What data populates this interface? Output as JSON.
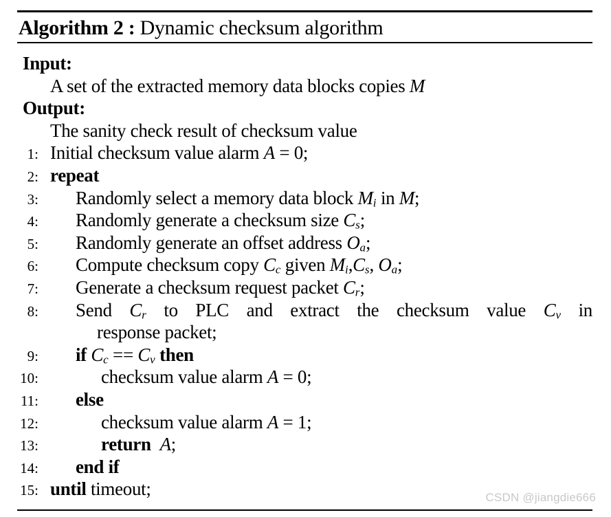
{
  "title": {
    "bold": "Algorithm 2 :",
    "rest": " Dynamic checksum algorithm"
  },
  "watermark": "CSDN @jiangdie666",
  "colors": {
    "text": "#000000",
    "rule": "#000000",
    "watermark": "#c8c8c8",
    "background": "#ffffff"
  },
  "algorithm": {
    "rows": [
      {
        "type": "label",
        "segments": [
          {
            "t": "Input:",
            "b": 1
          }
        ]
      },
      {
        "type": "desc",
        "segments": [
          {
            "t": "A set of the extracted memory data blocks copies "
          },
          {
            "t": "M",
            "i": 1
          }
        ]
      },
      {
        "type": "label",
        "segments": [
          {
            "t": "Output:",
            "b": 1
          }
        ]
      },
      {
        "type": "desc",
        "segments": [
          {
            "t": "The sanity check result of checksum value"
          }
        ]
      },
      {
        "type": "step",
        "num": "1:",
        "indent": 0,
        "segments": [
          {
            "t": "Initial checksum value alarm "
          },
          {
            "t": "A",
            "i": 1
          },
          {
            "t": " = 0;"
          }
        ]
      },
      {
        "type": "step",
        "num": "2:",
        "indent": 0,
        "segments": [
          {
            "t": "repeat",
            "b": 1
          }
        ]
      },
      {
        "type": "step",
        "num": "3:",
        "indent": 1,
        "segments": [
          {
            "t": "Randomly select a memory data block "
          },
          {
            "t": "M",
            "i": 1,
            "sub": "i"
          },
          {
            "t": " in "
          },
          {
            "t": "M",
            "i": 1
          },
          {
            "t": ";"
          }
        ]
      },
      {
        "type": "step",
        "num": "4:",
        "indent": 1,
        "segments": [
          {
            "t": "Randomly generate a checksum size "
          },
          {
            "t": "C",
            "i": 1,
            "sub": "s"
          },
          {
            "t": ";"
          }
        ]
      },
      {
        "type": "step",
        "num": "5:",
        "indent": 1,
        "segments": [
          {
            "t": "Randomly generate an offset address "
          },
          {
            "t": "O",
            "i": 1,
            "sub": "a"
          },
          {
            "t": ";"
          }
        ]
      },
      {
        "type": "step",
        "num": "6:",
        "indent": 1,
        "segments": [
          {
            "t": "Compute checksum copy "
          },
          {
            "t": "C",
            "i": 1,
            "sub": "c"
          },
          {
            "t": " given "
          },
          {
            "t": "M",
            "i": 1,
            "sub": "i"
          },
          {
            "t": ","
          },
          {
            "t": "C",
            "i": 1,
            "sub": "s"
          },
          {
            "t": ", "
          },
          {
            "t": "O",
            "i": 1,
            "sub": "a"
          },
          {
            "t": ";"
          }
        ]
      },
      {
        "type": "step",
        "num": "7:",
        "indent": 1,
        "segments": [
          {
            "t": "Generate a checksum request packet "
          },
          {
            "t": "C",
            "i": 1,
            "sub": "r"
          },
          {
            "t": ";"
          }
        ]
      },
      {
        "type": "step",
        "num": "8:",
        "indent": 1,
        "justify": 1,
        "segments": [
          {
            "t": "Send "
          },
          {
            "t": "C",
            "i": 1,
            "sub": "r"
          },
          {
            "t": " to PLC and extract the checksum value "
          },
          {
            "t": "C",
            "i": 1,
            "sub": "v"
          },
          {
            "t": " in"
          }
        ]
      },
      {
        "type": "cont",
        "indent": 1,
        "segments": [
          {
            "t": "response packet;"
          }
        ]
      },
      {
        "type": "step",
        "num": "9:",
        "indent": 1,
        "segments": [
          {
            "t": "if ",
            "b": 1
          },
          {
            "t": "C",
            "i": 1,
            "sub": "c"
          },
          {
            "t": " == "
          },
          {
            "t": "C",
            "i": 1,
            "sub": "v"
          },
          {
            "t": " then",
            "b": 1
          }
        ]
      },
      {
        "type": "step",
        "num": "10:",
        "indent": 2,
        "segments": [
          {
            "t": "checksum value alarm "
          },
          {
            "t": "A",
            "i": 1
          },
          {
            "t": " = 0;"
          }
        ]
      },
      {
        "type": "step",
        "num": "11:",
        "indent": 1,
        "segments": [
          {
            "t": "else",
            "b": 1
          }
        ]
      },
      {
        "type": "step",
        "num": "12:",
        "indent": 2,
        "segments": [
          {
            "t": "checksum value alarm "
          },
          {
            "t": "A",
            "i": 1
          },
          {
            "t": " = 1;"
          }
        ]
      },
      {
        "type": "step",
        "num": "13:",
        "indent": 2,
        "segments": [
          {
            "t": "return",
            "b": 1
          },
          {
            "t": "  "
          },
          {
            "t": "A",
            "i": 1
          },
          {
            "t": ";"
          }
        ]
      },
      {
        "type": "step",
        "num": "14:",
        "indent": 1,
        "segments": [
          {
            "t": "end if",
            "b": 1
          }
        ]
      },
      {
        "type": "step",
        "num": "15:",
        "indent": 0,
        "segments": [
          {
            "t": "until",
            "b": 1
          },
          {
            "t": " timeout;"
          }
        ]
      }
    ]
  }
}
